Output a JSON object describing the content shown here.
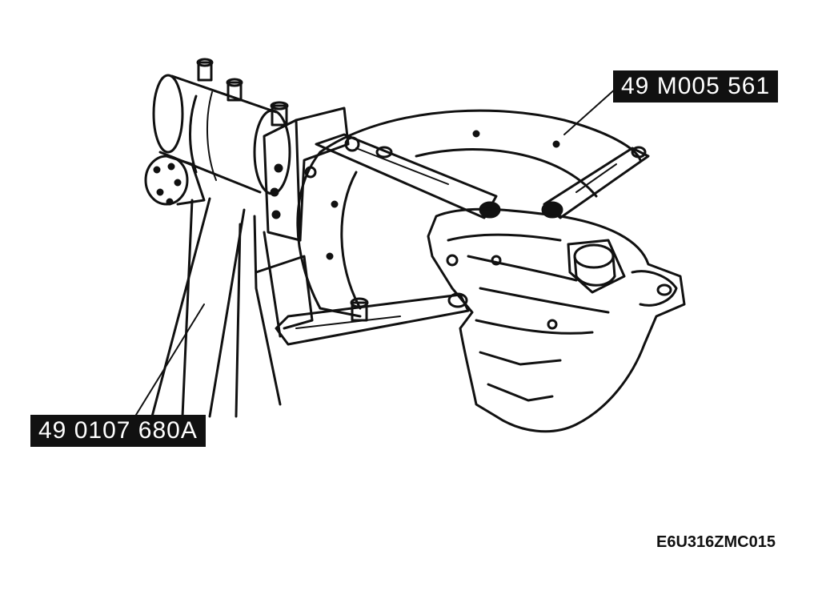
{
  "callouts": {
    "attachment_part_number": "49 M005 561",
    "stand_part_number": "49 0107 680A"
  },
  "figure_code": "E6U316ZMC015",
  "colors": {
    "line": "#111111",
    "label_background": "#111111",
    "label_text": "#ffffff",
    "background": "#ffffff"
  }
}
